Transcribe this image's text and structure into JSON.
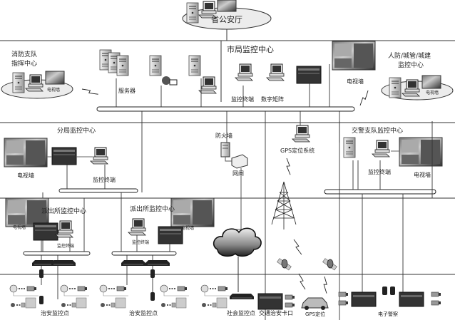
{
  "title_node": {
    "label": "省公安厅"
  },
  "levels": {
    "city": {
      "title": "市局监控中心",
      "servers_label": "服务器",
      "terminal_label": "监控终端",
      "matrix_label": "数字矩阵",
      "tv_wall_label": "电视墙"
    },
    "fire": {
      "title_line1": "消防支队",
      "title_line2": "指挥中心",
      "tv_wall_label": "电视墙"
    },
    "civil": {
      "title_line1": "人防/城管/城建",
      "title_line2": "监控中心",
      "tv_wall_label": "电视墙"
    },
    "branch": {
      "title": "分局监控中心",
      "tv_wall_label": "电视墙",
      "terminal_label": "监控终端"
    },
    "security": {
      "firewall_label": "防火墙",
      "gateway_label": "网闸",
      "gps_system_label": "GPS定位系统"
    },
    "traffic": {
      "title": "交警支队监控中心",
      "terminal_label": "监控终端",
      "tv_wall_label": "电视墙"
    },
    "station1": {
      "title": "派出所监控中心",
      "tv_wall_label": "电视墙",
      "terminal_label": "监控终端"
    },
    "station2": {
      "title": "派出所监控中心",
      "tv_wall_label": "电视墙",
      "terminal_label": "监控终端"
    },
    "endpoints": {
      "public_security_1": "治安监控点",
      "public_security_2": "治安监控点",
      "social": "社会监控点",
      "checkpoint": "交通治安卡口",
      "gps": "GPS定位",
      "e_police": "电子警察"
    }
  }
}
